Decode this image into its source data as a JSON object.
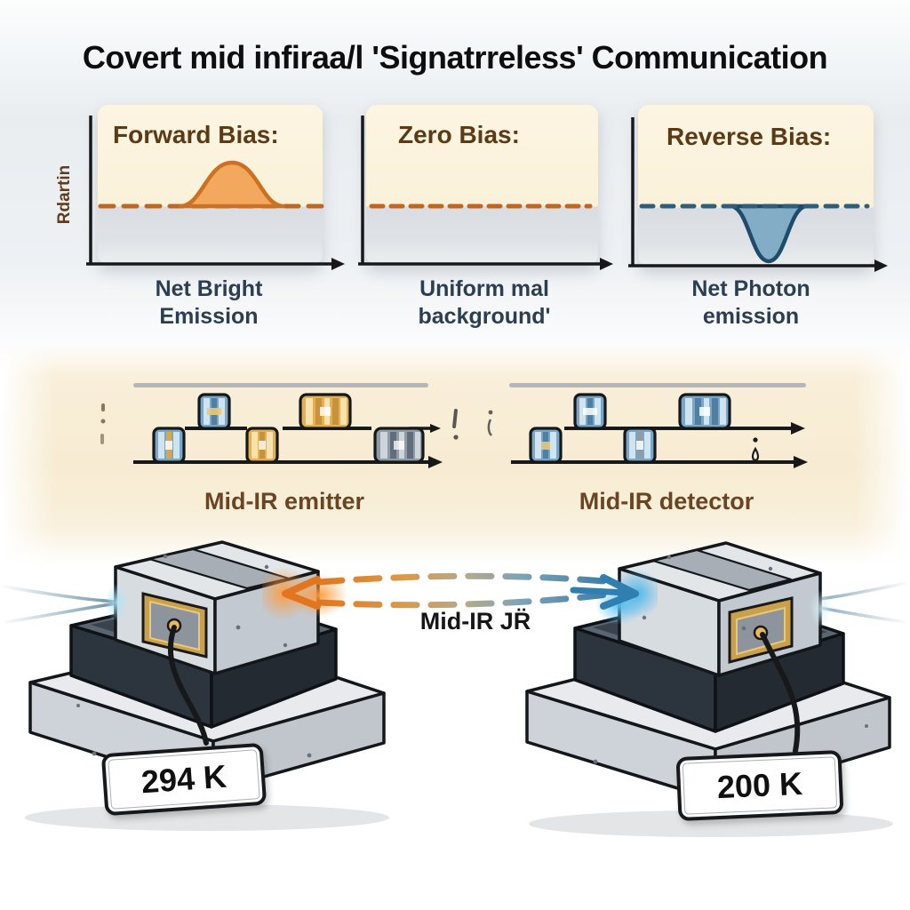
{
  "title": "Covert mid infiraa/l 'Signatrreless' Communication",
  "bias_panels": {
    "y_axis_label": "Rdartin",
    "panels": [
      {
        "heading": "Forward Bias:",
        "caption_line1": "Net Bright",
        "caption_line2": "Emission",
        "signal": "bump-above-baseline"
      },
      {
        "heading": "Zero Bias:",
        "caption_line1": "Uniform mal",
        "caption_line2": "background'",
        "signal": "flat-baseline"
      },
      {
        "heading": "Reverse Bias:",
        "caption_line1": "Net Photon",
        "caption_line2": "emission",
        "signal": "dip-below-baseline"
      }
    ]
  },
  "pulse_section": {
    "emitter_label": "Mid-IR emitter",
    "detector_label": "Mid-IR detector"
  },
  "beam": {
    "label": "Mid-IR JR̈",
    "start_color": "#e0761c",
    "end_color": "#3579a6"
  },
  "devices": [
    {
      "role": "emitter-stage",
      "temperature": "294 K"
    },
    {
      "role": "detector-stage",
      "temperature": "200 K"
    }
  ],
  "colors": {
    "accent_orange": "#d97b2b",
    "accent_blue": "#2f5d7c",
    "panel_cream": "#faf2dc",
    "brown_text": "#5d3a16",
    "navy_text": "#2c3e52",
    "mid_band_cream": "#f7ecd2"
  }
}
